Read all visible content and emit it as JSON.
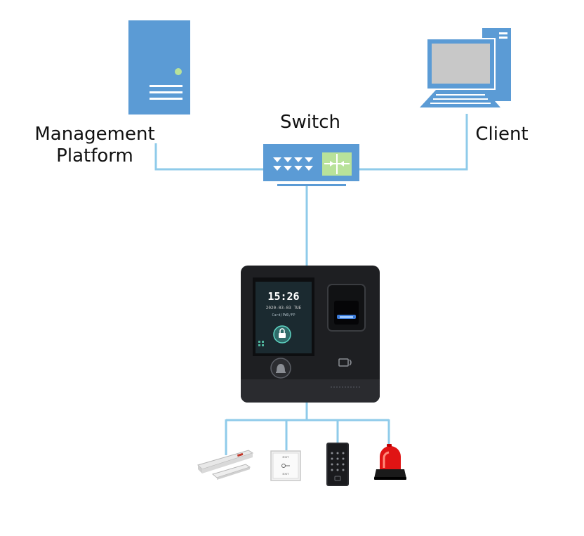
{
  "nodes": {
    "management_platform": {
      "label_line1": "Management",
      "label_line2": "Platform"
    },
    "switch": {
      "label": "Switch"
    },
    "client": {
      "label": "Client"
    },
    "access_terminal": {
      "time": "15:26",
      "date": "2020-03-03 TUE",
      "modes": "Card/PWD/FP"
    },
    "peripherals": [
      {
        "icon": "magnetic-lock"
      },
      {
        "icon": "exit-button",
        "text_top": "EXIT",
        "text_bottom": "EXIT"
      },
      {
        "icon": "card-reader-keypad"
      },
      {
        "icon": "alarm-siren"
      }
    ]
  },
  "colors": {
    "link": "#8fcbea",
    "device_blue": "#5b9bd5",
    "switch_green": "#b8e29a",
    "terminal_body": "#1e1f22"
  }
}
